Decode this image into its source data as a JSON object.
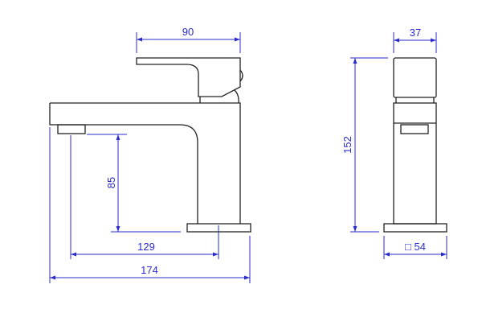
{
  "title": "Faucet dimension drawing",
  "side_view": {
    "dimensions": {
      "handle_length": "90",
      "spout_height": "85",
      "spout_reach": "129",
      "overall_depth": "174"
    }
  },
  "front_view": {
    "dimensions": {
      "handle_width": "37",
      "overall_height": "152",
      "base_size": "□ 54"
    }
  },
  "colors": {
    "dimension": "#2b2bd0",
    "outline": "#222222"
  }
}
